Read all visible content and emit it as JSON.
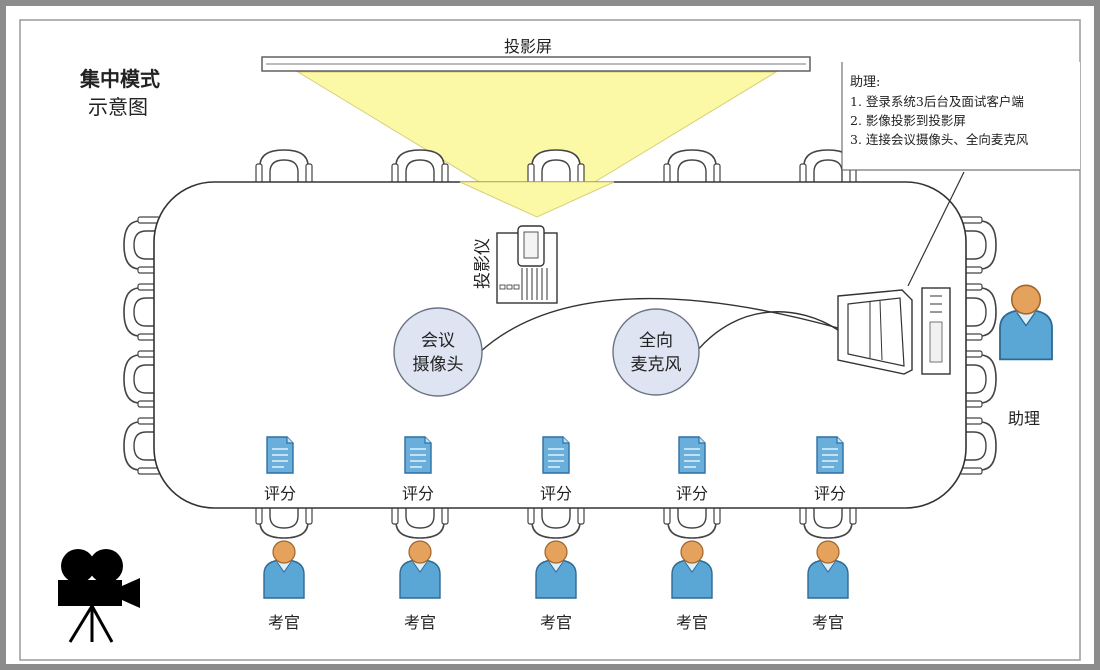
{
  "title": {
    "line1": "集中模式",
    "line2": "示意图"
  },
  "screen": {
    "label": "投影屏"
  },
  "projector": {
    "label": "投影仪"
  },
  "assistant_note": {
    "heading": "助理:",
    "items": [
      "1. 登录系统3后台及面试客户端",
      "2. 影像投影到投影屏",
      "3. 连接会议摄像头、全向麦克风"
    ]
  },
  "devices": {
    "camera": {
      "line1": "会议",
      "line2": "摄像头"
    },
    "microphone": {
      "line1": "全向",
      "line2": "麦克风"
    }
  },
  "assistant": {
    "label": "助理"
  },
  "score_docs": [
    {
      "label": "评分"
    },
    {
      "label": "评分"
    },
    {
      "label": "评分"
    },
    {
      "label": "评分"
    },
    {
      "label": "评分"
    }
  ],
  "examiners": [
    {
      "label": "考官"
    },
    {
      "label": "考官"
    },
    {
      "label": "考官"
    },
    {
      "label": "考官"
    },
    {
      "label": "考官"
    }
  ],
  "colors": {
    "frame": "#9a9a9a",
    "beam": "#fbf8a6",
    "device_circle": "#dfe4f2",
    "person_head": "#e5a25c",
    "person_body": "#5aa7d6",
    "doc": "#6aaedc"
  },
  "icons": {
    "video_camera": "video-camera-icon",
    "person": "person-icon",
    "document": "document-icon",
    "computer": "computer-icon"
  }
}
